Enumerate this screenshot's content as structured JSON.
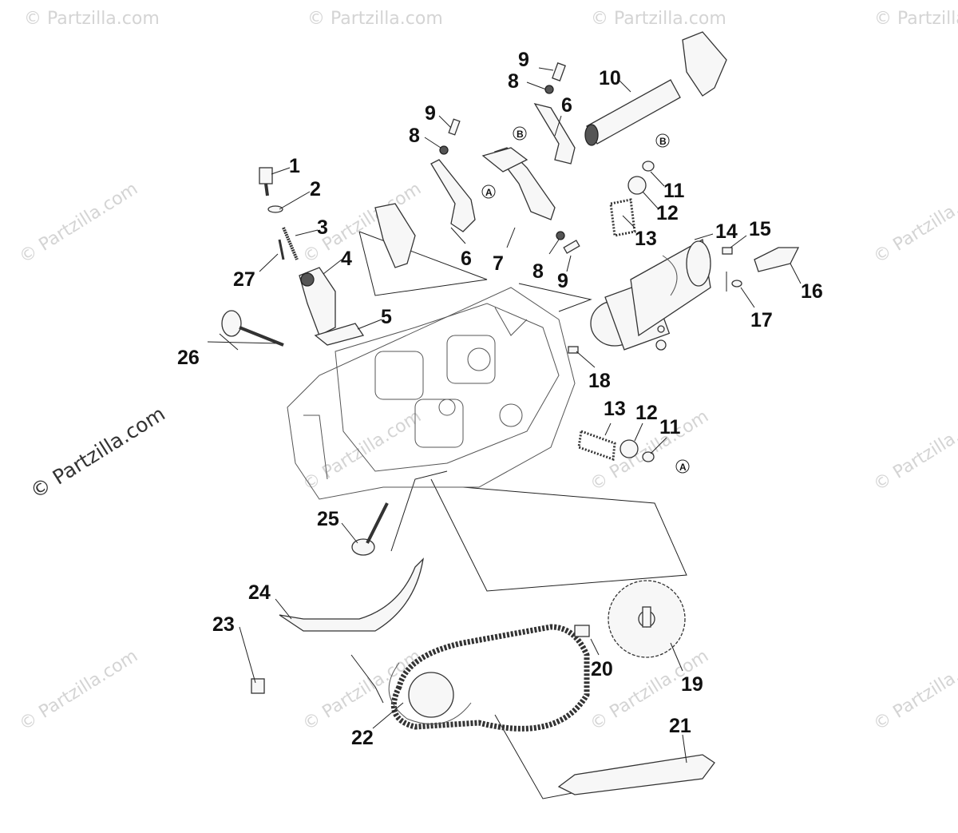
{
  "diagram": {
    "watermark": "© Partzilla.com",
    "callouts": [
      {
        "id": "c1",
        "text": "1"
      },
      {
        "id": "c2",
        "text": "2"
      },
      {
        "id": "c3",
        "text": "3"
      },
      {
        "id": "c4",
        "text": "4"
      },
      {
        "id": "c5",
        "text": "5"
      },
      {
        "id": "c6a",
        "text": "6"
      },
      {
        "id": "c6b",
        "text": "6"
      },
      {
        "id": "c7",
        "text": "7"
      },
      {
        "id": "c8a",
        "text": "8"
      },
      {
        "id": "c8b",
        "text": "8"
      },
      {
        "id": "c8c",
        "text": "8"
      },
      {
        "id": "c9a",
        "text": "9"
      },
      {
        "id": "c9b",
        "text": "9"
      },
      {
        "id": "c9c",
        "text": "9"
      },
      {
        "id": "c10",
        "text": "10"
      },
      {
        "id": "c11a",
        "text": "11"
      },
      {
        "id": "c11b",
        "text": "11"
      },
      {
        "id": "c12a",
        "text": "12"
      },
      {
        "id": "c12b",
        "text": "12"
      },
      {
        "id": "c13a",
        "text": "13"
      },
      {
        "id": "c13b",
        "text": "13"
      },
      {
        "id": "c14",
        "text": "14"
      },
      {
        "id": "c15",
        "text": "15"
      },
      {
        "id": "c16",
        "text": "16"
      },
      {
        "id": "c17",
        "text": "17"
      },
      {
        "id": "c18",
        "text": "18"
      },
      {
        "id": "c19",
        "text": "19"
      },
      {
        "id": "c20",
        "text": "20"
      },
      {
        "id": "c21",
        "text": "21"
      },
      {
        "id": "c22",
        "text": "22"
      },
      {
        "id": "c23",
        "text": "23"
      },
      {
        "id": "c24",
        "text": "24"
      },
      {
        "id": "c25",
        "text": "25"
      },
      {
        "id": "c26",
        "text": "26"
      },
      {
        "id": "c27",
        "text": "27"
      }
    ],
    "reference_markers": [
      {
        "id": "rA1",
        "text": "A"
      },
      {
        "id": "rA2",
        "text": "A"
      },
      {
        "id": "rB1",
        "text": "B"
      },
      {
        "id": "rB2",
        "text": "B"
      }
    ]
  }
}
